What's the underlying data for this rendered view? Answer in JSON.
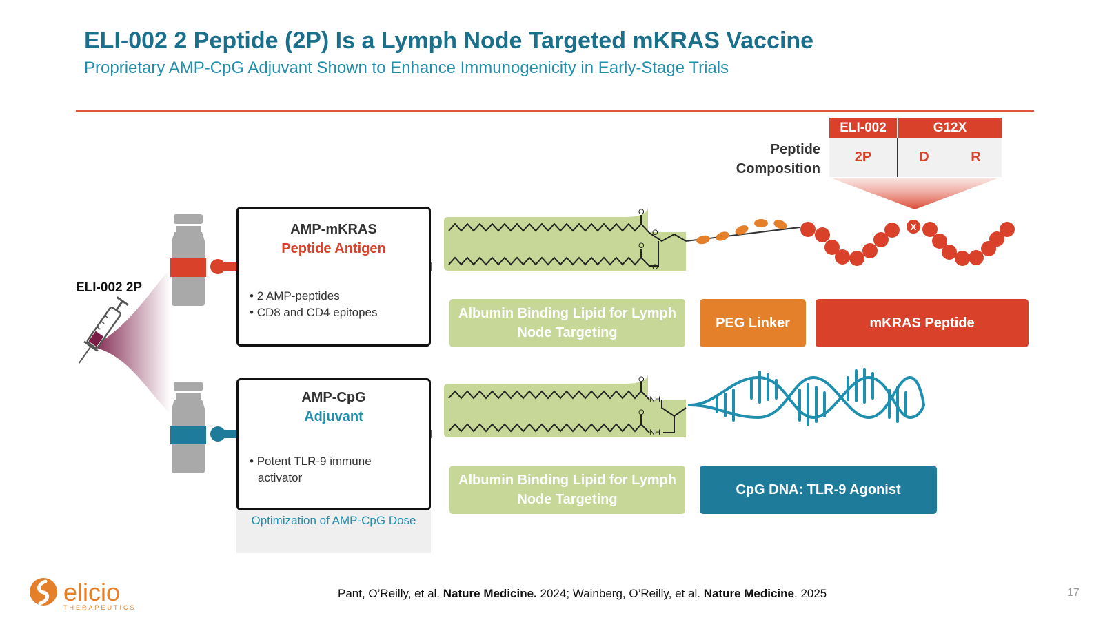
{
  "slide": {
    "title": "ELI-002 2 Peptide (2P) Is a Lymph Node Targeted mKRAS Vaccine",
    "subtitle": "Proprietary AMP-CpG Adjuvant Shown to Enhance Immunogenicity in Early-Stage Trials",
    "page_number": "17"
  },
  "composition": {
    "label_line1": "Peptide",
    "label_line2": "Composition",
    "header_left": "ELI-002",
    "header_right": "G12X",
    "value_left": "2P",
    "value_d": "D",
    "value_r": "R"
  },
  "product_label": "ELI-002 2P",
  "antigen_box": {
    "title": "AMP-mKRAS",
    "subtitle": "Peptide Antigen",
    "bullet1": "2 AMP-peptides",
    "bullet2": "CD8 and CD4 epitopes"
  },
  "adjuvant_box": {
    "title": "AMP-CpG",
    "subtitle": "Adjuvant",
    "bullet1_line1": "Potent TLR-9 immune",
    "bullet1_line2": "activator",
    "note": "Optimization of AMP-CpG Dose"
  },
  "labels": {
    "lipid_top_line1": "Albumin Binding Lipid for Lymph",
    "lipid_top_line2": "Node Targeting",
    "peg": "PEG Linker",
    "kras": "mKRAS Peptide",
    "lipid_bottom_line1": "Albumin Binding Lipid for Lymph",
    "lipid_bottom_line2": "Node Targeting",
    "cpg": "CpG DNA: TLR-9 Agonist"
  },
  "chem": {
    "o": "O",
    "nh": "NH",
    "x": "X"
  },
  "citation": {
    "part1": "Pant, O’Reilly, et al. ",
    "journal1": "Nature Medicine.",
    "part2": " 2024; Wainberg, O’Reilly, et al. ",
    "journal2": "Nature Medicine",
    "part3": ". 2025"
  },
  "logo": {
    "name": "elicio",
    "tagline": "THERAPEUTICS"
  },
  "colors": {
    "title": "#1a6f8a",
    "accent_red": "#d9412b",
    "accent_orange": "#e4802a",
    "accent_teal": "#1e7b9a",
    "lipid_green": "#c6d797",
    "vial_gray": "#a9a9a9"
  }
}
